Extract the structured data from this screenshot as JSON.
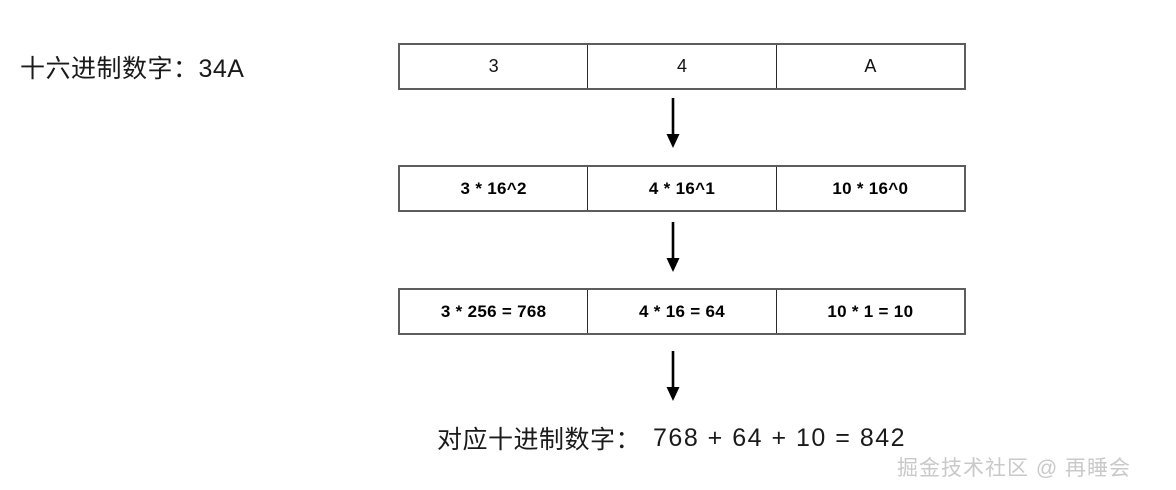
{
  "diagram": {
    "hex_label": "十六进制数字：34A",
    "rows": [
      {
        "name": "digits",
        "cells": [
          "3",
          "4",
          "A"
        ]
      },
      {
        "name": "powers",
        "cells": [
          "3 * 16^2",
          "4 * 16^1",
          "10 * 16^0"
        ]
      },
      {
        "name": "products",
        "cells": [
          "3 * 256 = 768",
          "4 * 16 = 64",
          "10 * 1 = 10"
        ]
      }
    ],
    "arrows": [
      {
        "name": "arrow-digits-to-powers",
        "direction": "down"
      },
      {
        "name": "arrow-powers-to-products",
        "direction": "down"
      },
      {
        "name": "arrow-products-to-result",
        "direction": "down"
      }
    ],
    "result": {
      "prefix": "对应十进制数字：",
      "expression": "768 + 64 + 10 = 842"
    }
  },
  "watermark": {
    "text": "掘金技术社区 @ 再睡会"
  },
  "colors": {
    "background": "#ffffff",
    "table_border": "#5d5d5d",
    "cell_divider": "#2a2a2a",
    "text": "#1a1a1a",
    "arrow": "#000000",
    "watermark": "#c9c9c9"
  }
}
